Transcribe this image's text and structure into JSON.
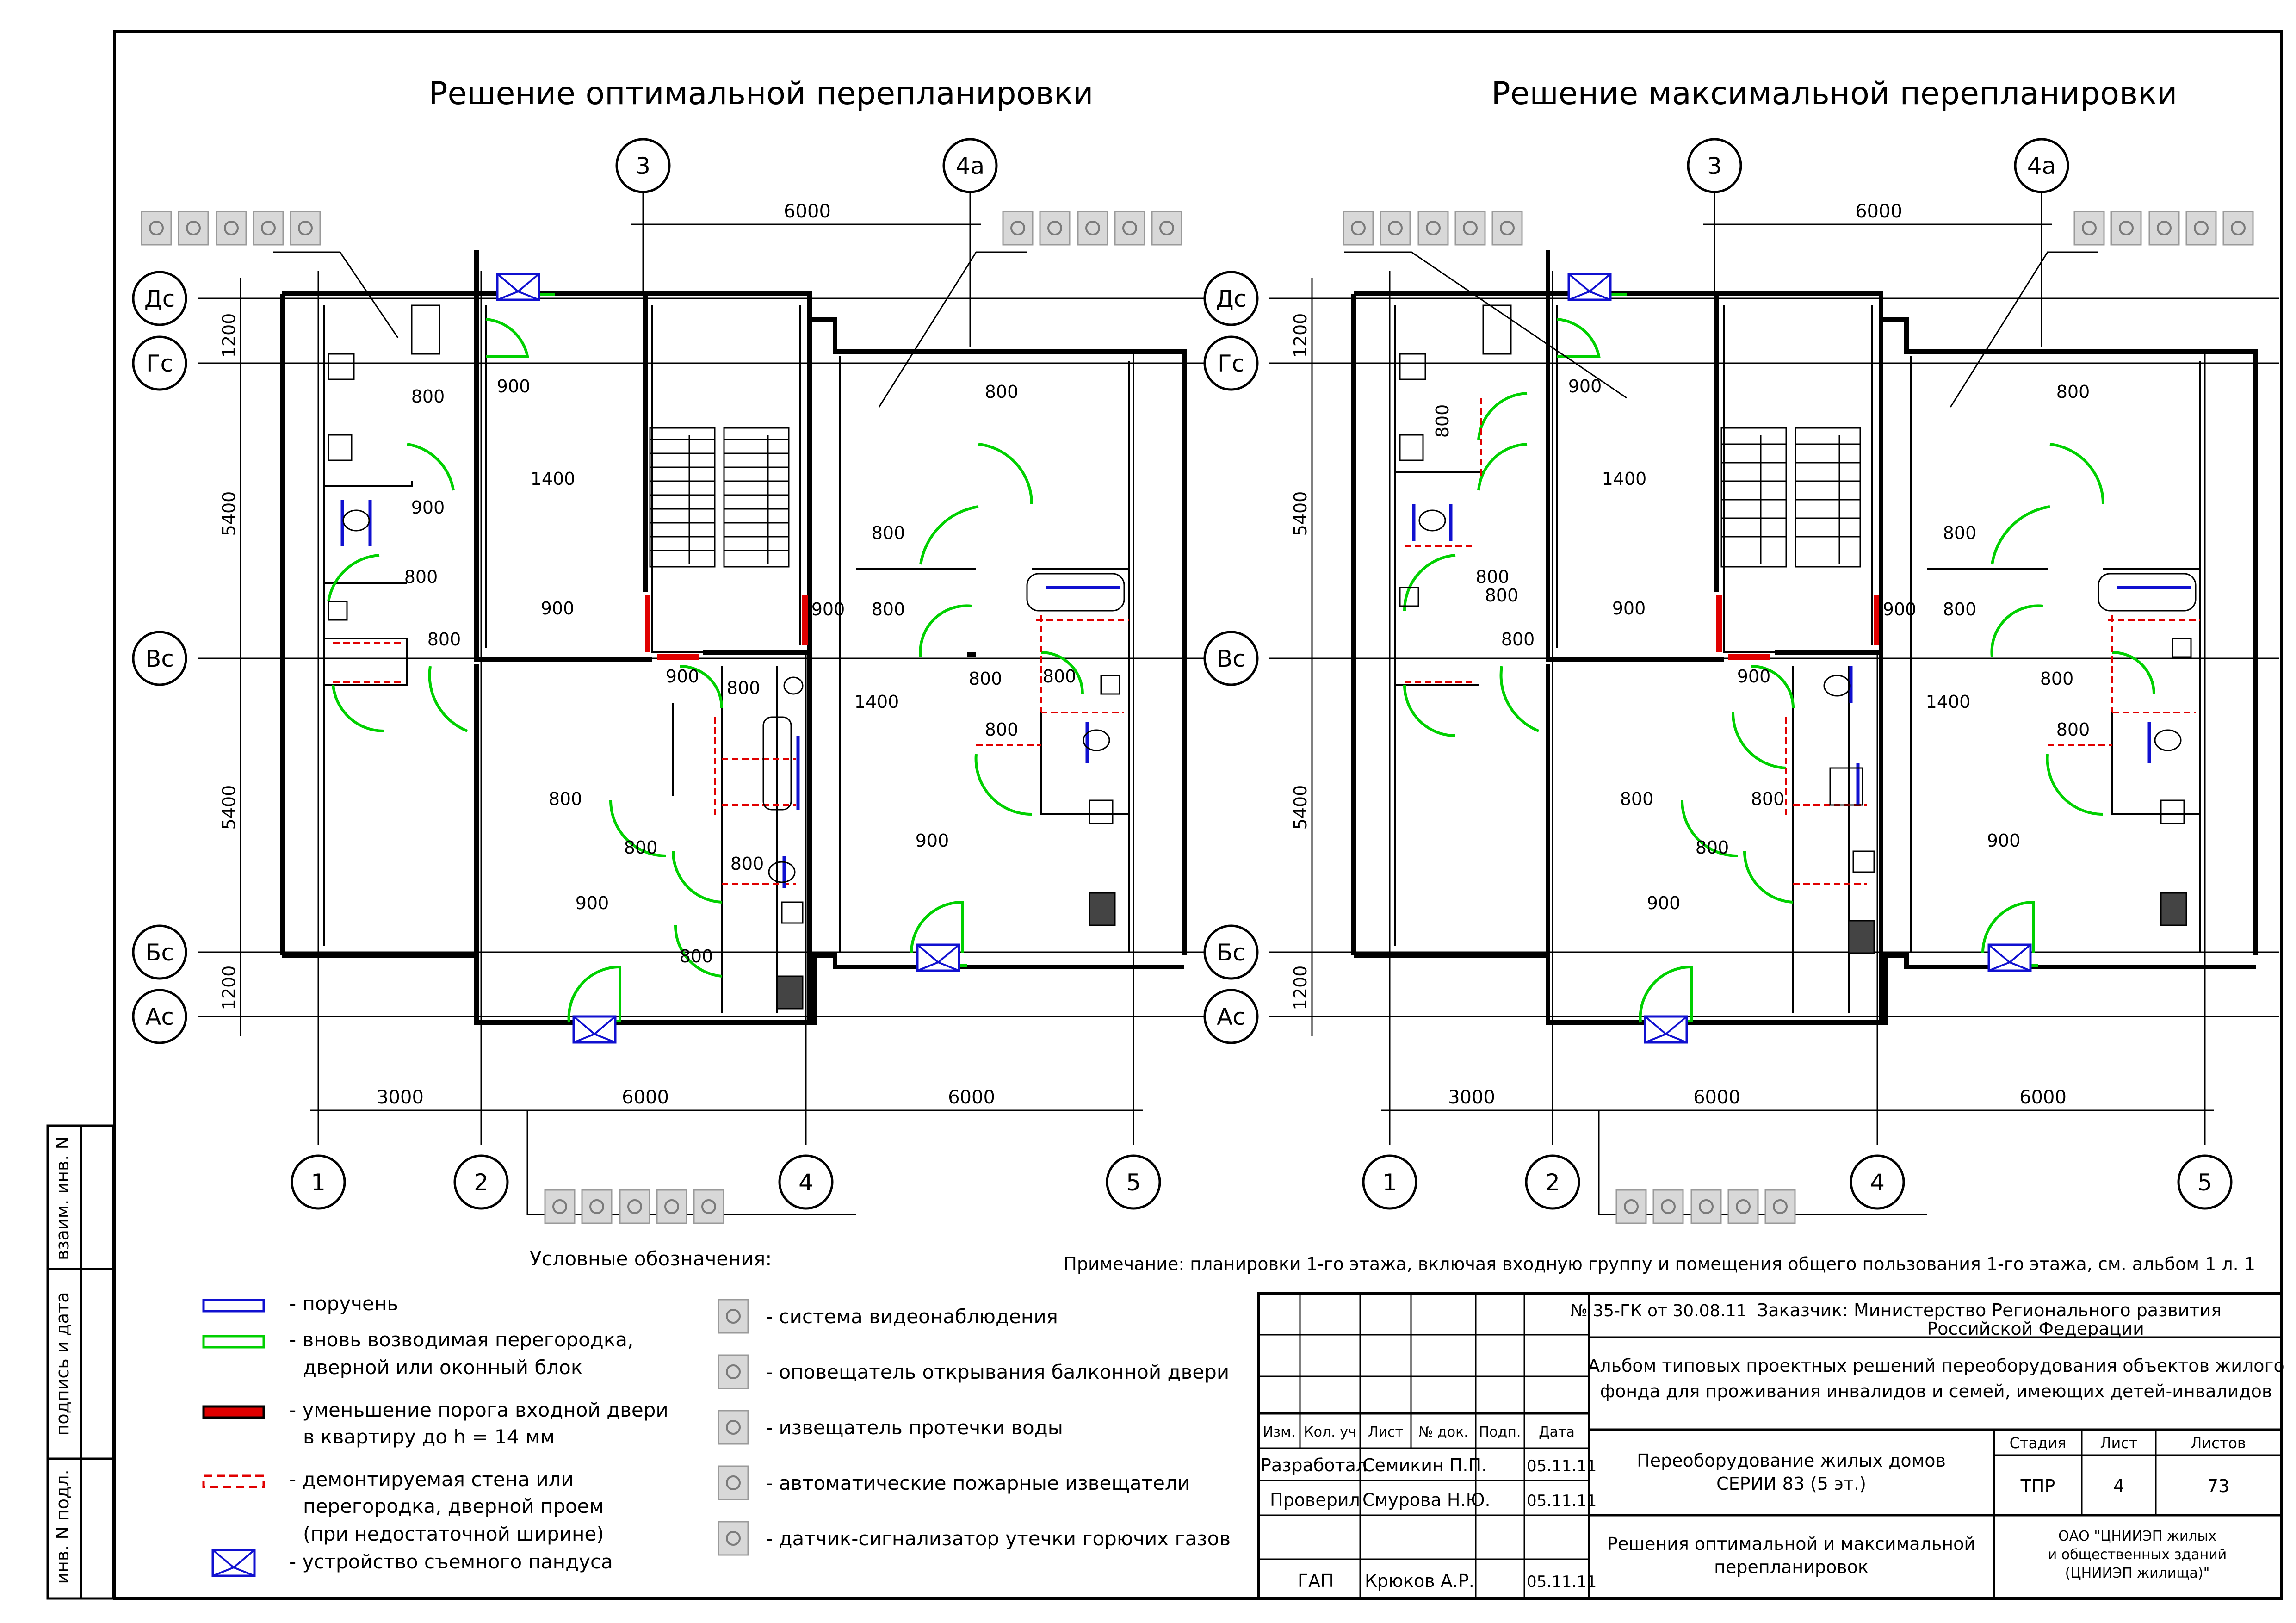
{
  "titles": {
    "left": "Решение оптимальной  перепланировки",
    "right": "Решение максимальной  перепланировки"
  },
  "axes": {
    "top_letters": [
      "3",
      "4а"
    ],
    "bottom_numbers": [
      "1",
      "2",
      "4",
      "5"
    ],
    "row_letters": [
      "Дс",
      "Гс",
      "Вс",
      "Бс",
      "Ас"
    ]
  },
  "dims": {
    "bottom_spans": [
      "3000",
      "6000",
      "6000"
    ],
    "top_span": "6000",
    "vertical": [
      "1200",
      "5400",
      "5400",
      "1200"
    ],
    "left_plan_inner": [
      "800",
      "900",
      "1400",
      "900",
      "800",
      "800",
      "900",
      "900",
      "800",
      "800",
      "800",
      "800",
      "800",
      "900",
      "800",
      "1400",
      "800",
      "800",
      "800",
      "900",
      "800",
      "900",
      "800"
    ],
    "right_plan_inner": [
      "800",
      "900",
      "800",
      "1400",
      "800",
      "800",
      "900",
      "900",
      "800",
      "900",
      "800",
      "800",
      "1400",
      "800",
      "800",
      "800",
      "800",
      "900",
      "800",
      "900"
    ]
  },
  "legend": {
    "title": "Условные обозначения:",
    "items": [
      "- поручень",
      "- вновь возводимая перегородка,",
      "дверной или оконный блок",
      "- уменьшение порога входной двери",
      "в квартиру до h = 14 мм",
      "- демонтируемая стена или",
      "перегородка, дверной проем",
      "(при недостаточной ширине)",
      "- устройство съемного пандуса"
    ],
    "icons": [
      "- система видеонаблюдения",
      "- оповещатель открывания балконной двери",
      "- извещатель протечки воды",
      "- автоматические пожарные извещатели",
      "- датчик-сигнализатор утечки горючих газов"
    ]
  },
  "note": "Примечание: планировки 1-го этажа, включая входную группу и помещения общего пользования 1-го этажа,  см. альбом 1 л. 1",
  "stamp": {
    "doc_no": "№ 35-ГК от 30.08.11",
    "customer": "Заказчик: Министерство Регионального развития",
    "customer2": "Российской Федерации",
    "album1": "Альбом типовых проектных решений переоборудования объектов жилого",
    "album2": "фонда для проживания инвалидов и семей, имеющих детей-инвалидов",
    "headers": [
      "Изм.",
      "Кол. уч",
      "Лист",
      "№ док.",
      "Подп.",
      "Дата"
    ],
    "role1": "Разработал",
    "name1": "Семикин П.П.",
    "date1": "05.11.11",
    "role2": "Проверил",
    "name2": "Смурова Н.Ю.",
    "date2": "05.11.11",
    "role3": "ГАП",
    "name3": "Крюков А.Р.",
    "date3": "05.11.11",
    "object1": "Переоборудование жилых домов",
    "object2": "СЕРИИ 83 (5 эт.)",
    "stage_h": "Стадия",
    "sheet_h": "Лист",
    "sheets_h": "Листов",
    "stage": "ТПР",
    "sheet": "4",
    "sheets": "73",
    "drawing1": "Решения оптимальной  и максимальной",
    "drawing2": "перепланировок",
    "org1": "ОАО \"ЦНИИЭП жилых",
    "org2": "и общественных зданий",
    "org3": "(ЦНИИЭП жилища)\""
  },
  "side_stamp": [
    "инв. N подл.",
    "подпись и дата",
    "взаим. инв. N"
  ],
  "colors": {
    "green": "#00d000",
    "red": "#e00000",
    "blue": "#1010d0",
    "icon_fill": "#d8d8d8"
  }
}
